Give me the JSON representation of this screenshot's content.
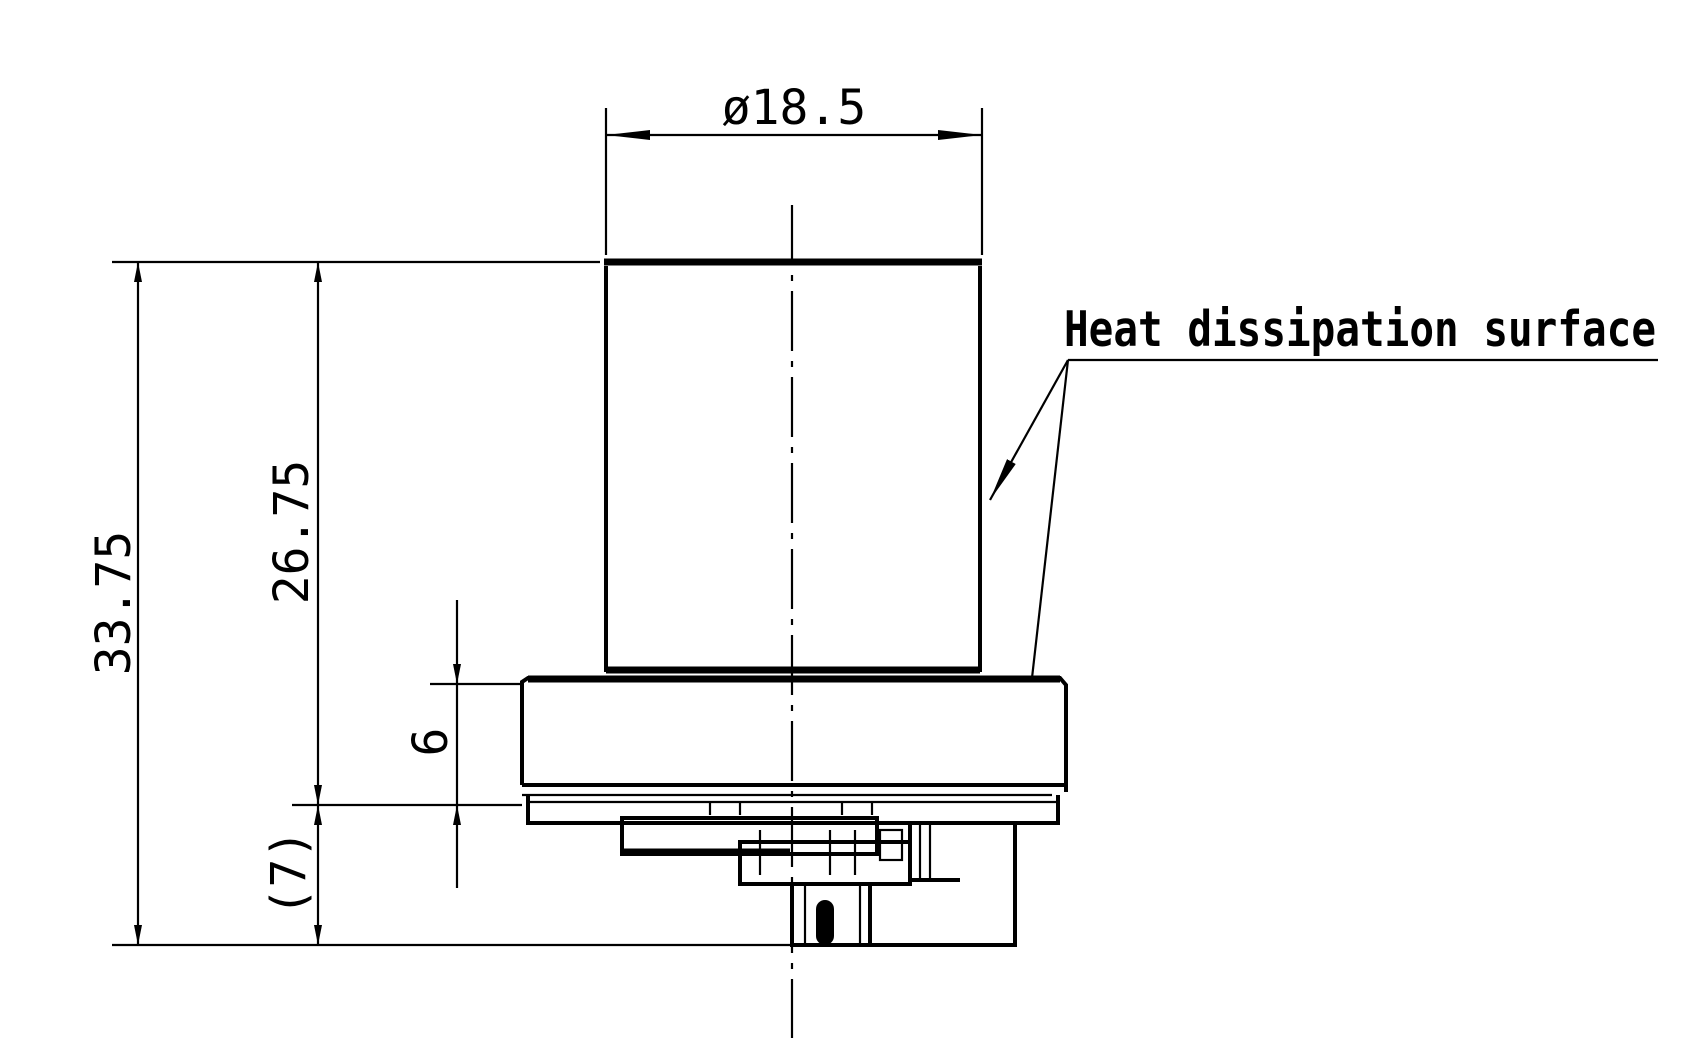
{
  "dimensions": {
    "diameter": "ø18.5",
    "overall_height": "33.75",
    "body_height": "26.75",
    "flange_height": "6",
    "connector_height": "(7)"
  },
  "callout": {
    "label": "Heat dissipation surface"
  }
}
